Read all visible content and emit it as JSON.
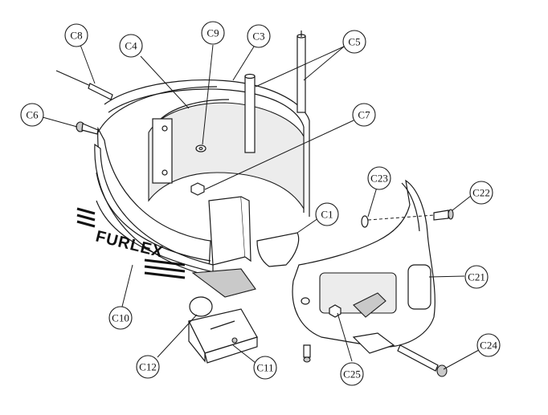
{
  "callouts": {
    "c1": "C1",
    "c3": "C3",
    "c4": "C4",
    "c5": "C5",
    "c6": "C6",
    "c7": "C7",
    "c8": "C8",
    "c9": "C9",
    "c10": "C10",
    "c11": "C11",
    "c12": "C12",
    "c21": "C21",
    "c22": "C22",
    "c23": "C23",
    "c24": "C24",
    "c25": "C25"
  },
  "brand": {
    "logo_text": "FURLEX"
  },
  "colors": {
    "line": "#1a1a1a",
    "background": "#ffffff",
    "shade": "#ececec"
  }
}
